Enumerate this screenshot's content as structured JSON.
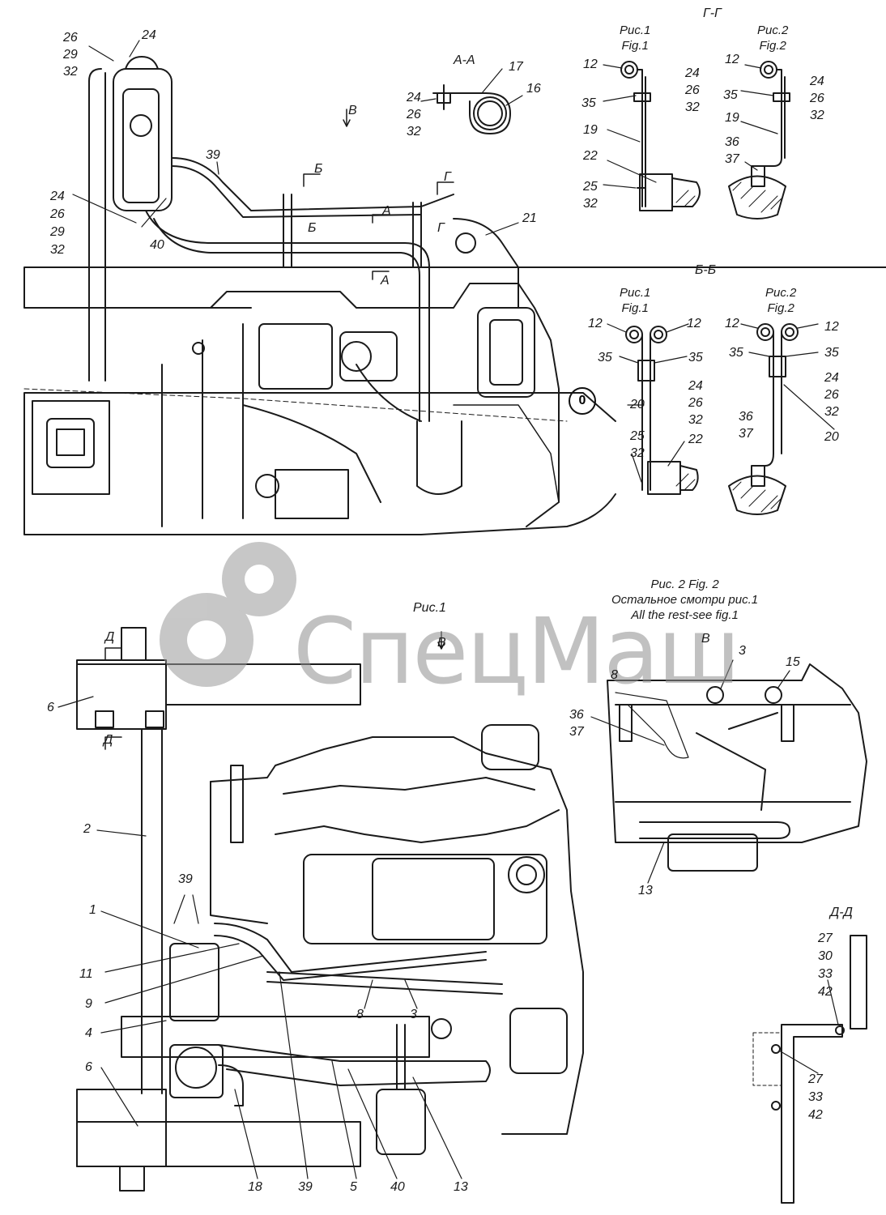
{
  "sections": {
    "aa": "А-А",
    "bb": "Б-Б",
    "gg": "Г-Г",
    "dd": "Д-Д",
    "view_b": "В",
    "cut_b": "Б",
    "cut_g": "Г",
    "cut_a": "А",
    "cut_d": "Д",
    "ris1_bottom": "Рис.1"
  },
  "figure_titles": {
    "gg_fig1": "Рис.1\nFig.1",
    "gg_fig2": "Рис.2\nFig.2",
    "bb_fig1": "Рис.1\nFig.1",
    "bb_fig2": "Рис.2\nFig.2",
    "fig2_note": "Рис. 2 Fig. 2\nОстальное смотри рис.1\nAll the rest-see fig.1"
  },
  "watermark": "СпецМаш",
  "marker_zero": "0",
  "labels": {
    "l_26_29_32_top": "26\n29\n32",
    "l_24_top": "24",
    "l_24_26_29_32": "24\n26\n29\n32",
    "l_40_top": "40",
    "l_39_top": "39",
    "l_21": "21",
    "l_17": "17",
    "l_16": "16",
    "l_24_26_32_aa": "24\n26\n32",
    "gg1_12": "12",
    "gg1_35": "35",
    "gg1_24": "24\n26\n32",
    "gg1_19": "19",
    "gg1_22": "22",
    "gg1_25": "25\n32",
    "gg2_12": "12",
    "gg2_35": "35",
    "gg2_24": "24\n26\n32",
    "gg2_19": "19",
    "gg2_36": "36\n37",
    "bb1_12a": "12",
    "bb1_12b": "12",
    "bb1_35a": "35",
    "bb1_35b": "35",
    "bb1_24": "24\n26\n32",
    "bb1_20": "20",
    "bb1_25": "25\n32",
    "bb1_22": "22",
    "bb2_12a": "12",
    "bb2_12b": "12",
    "bb2_35a": "35",
    "bb2_35b": "35",
    "bb2_24": "24\n26\n32",
    "bb2_20": "20",
    "bb2_36": "36\n37",
    "b_6a": "6",
    "b_2": "2",
    "b_39": "39",
    "b_1": "1",
    "b_11": "11",
    "b_9": "9",
    "b_4": "4",
    "b_6b": "6",
    "b_8": "8",
    "b_3": "3",
    "b_18": "18",
    "b_39b": "39",
    "b_5": "5",
    "b_40": "40",
    "b_13": "13",
    "f2_8": "8",
    "f2_3": "3",
    "f2_15": "15",
    "f2_36": "36\n37",
    "f2_13": "13",
    "dd_27a": "27\n30\n33\n42",
    "dd_27b": "27\n33\n42"
  }
}
